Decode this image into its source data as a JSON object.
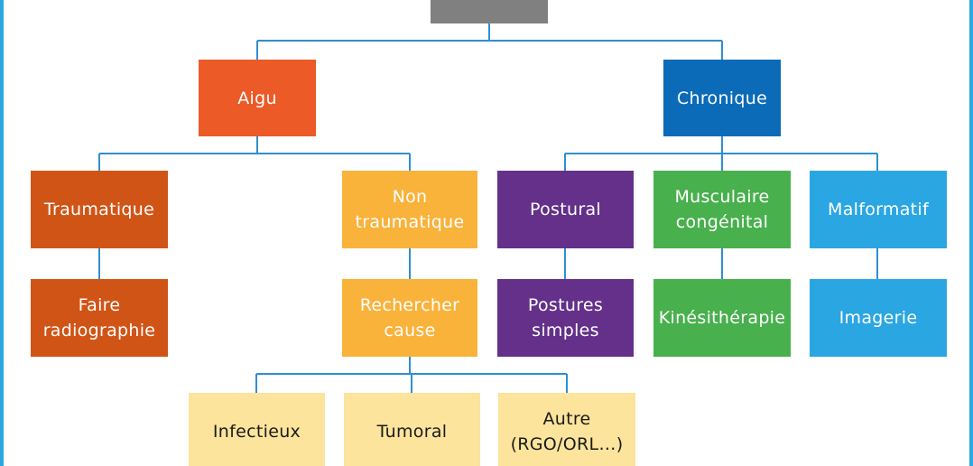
{
  "colors": {
    "border": "#29a9e0",
    "connector": "#2f8fcf",
    "root": "#808080",
    "aigu": "#eb5a27",
    "traumatique": "#d15417",
    "non_traumatique": "#f9b23a",
    "chronique": "#0b6bb8",
    "postural": "#64308a",
    "musculaire": "#48b04d",
    "malformatif": "#2aa6e2",
    "leaf_yellow": "#fde49c"
  },
  "nodes": {
    "root": {
      "label": ""
    },
    "aigu": {
      "label": "Aigu"
    },
    "chronique": {
      "label": "Chronique"
    },
    "traumatique": {
      "label": "Traumatique"
    },
    "non_traumatique": {
      "label": "Non\ntraumatique"
    },
    "postural": {
      "label": "Postural"
    },
    "musculaire": {
      "label": "Musculaire\ncongénital"
    },
    "malformatif": {
      "label": "Malformatif"
    },
    "radiographie": {
      "label": "Faire\nradiographie"
    },
    "rechercher": {
      "label": "Rechercher\ncause"
    },
    "postures": {
      "label": "Postures\nsimples"
    },
    "kine": {
      "label": "Kinésithérapie"
    },
    "imagerie": {
      "label": "Imagerie"
    },
    "infectieux": {
      "label": "Infectieux"
    },
    "tumoral": {
      "label": "Tumoral"
    },
    "autre": {
      "label": "Autre\n(RGO/ORL…)"
    }
  }
}
